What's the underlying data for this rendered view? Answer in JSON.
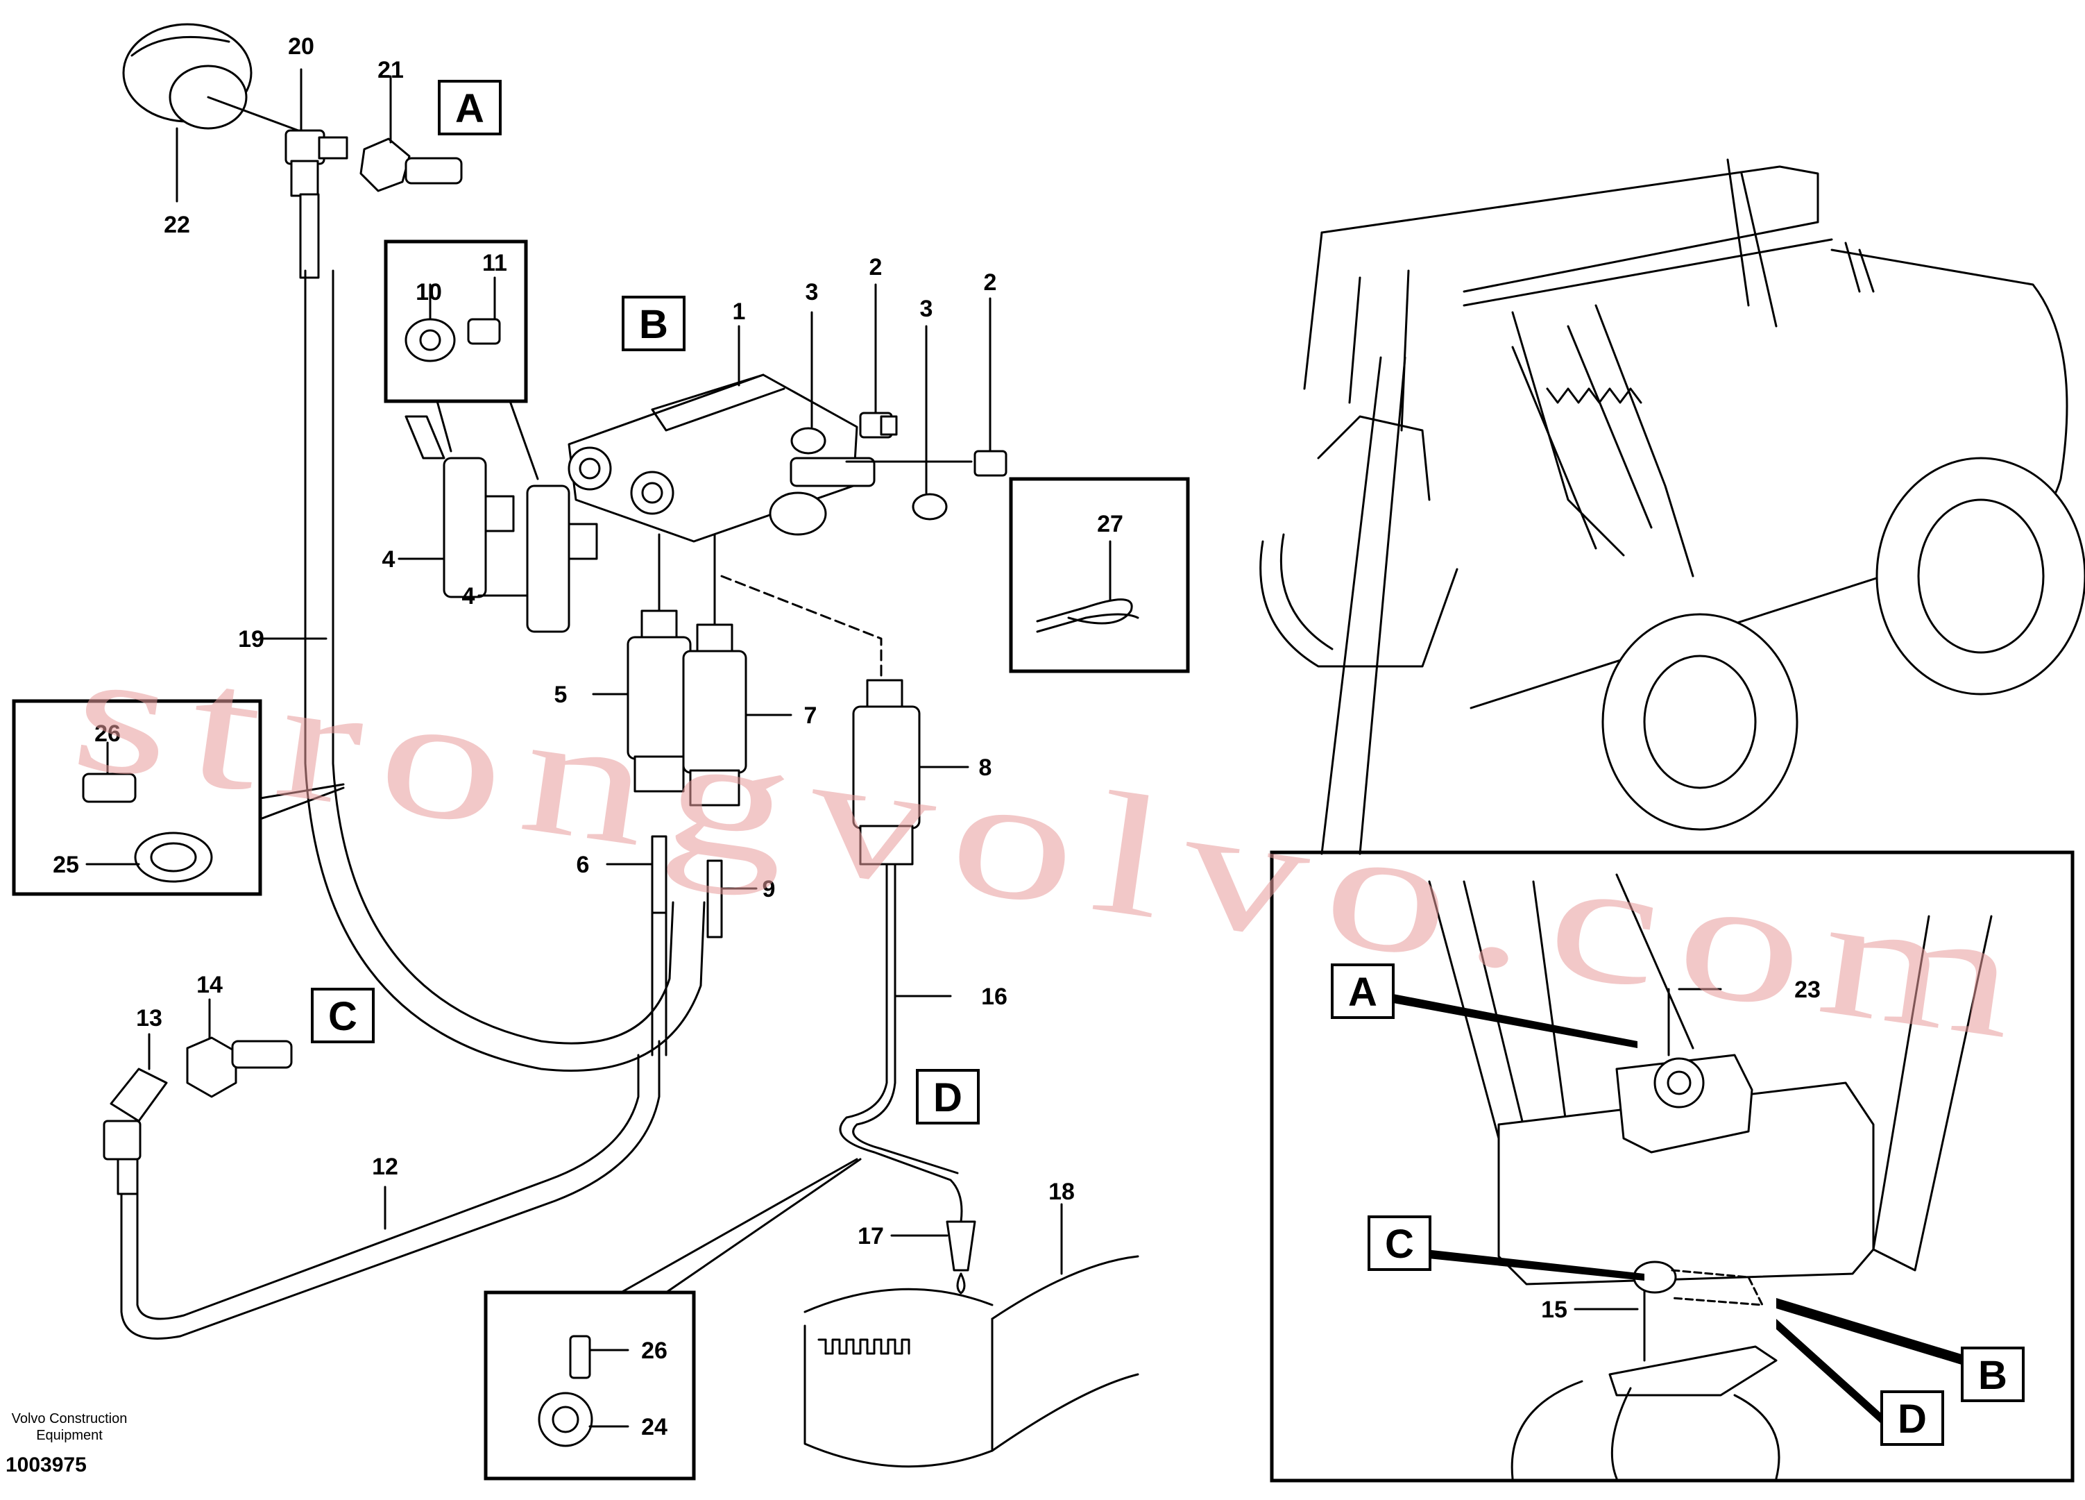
{
  "part_labels": {
    "p1": "1",
    "p2a": "2",
    "p2b": "2",
    "p3a": "3",
    "p3b": "3",
    "p4a": "4",
    "p4b": "4",
    "p5": "5",
    "p6": "6",
    "p7": "7",
    "p8": "8",
    "p9": "9",
    "p10": "10",
    "p11": "11",
    "p12": "12",
    "p13": "13",
    "p14": "14",
    "p15": "15",
    "p16": "16",
    "p17": "17",
    "p18": "18",
    "p19": "19",
    "p20": "20",
    "p21": "21",
    "p22": "22",
    "p23": "23",
    "p24": "24",
    "p25": "25",
    "p26a": "26",
    "p26b": "26",
    "p27": "27"
  },
  "detail_refs": {
    "A": "A",
    "B": "B",
    "C": "C",
    "D": "D",
    "A2": "A",
    "B2": "B",
    "C2": "C",
    "D2": "D"
  },
  "footer": {
    "company_line1": "Volvo Construction",
    "company_line2": "Equipment",
    "drawing_number": "1003975"
  },
  "watermark": "strongvolvo.com"
}
